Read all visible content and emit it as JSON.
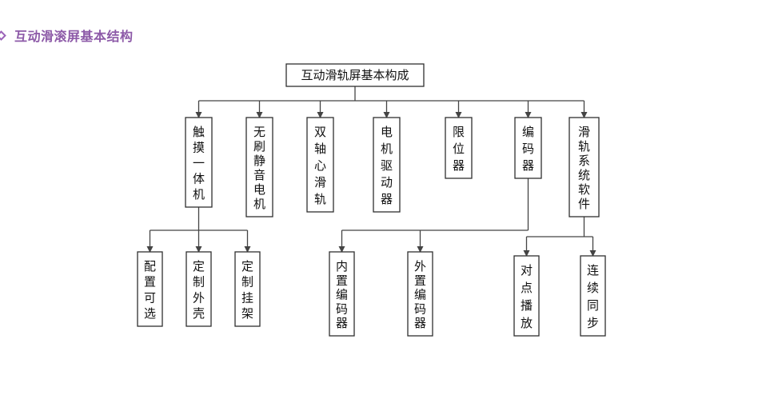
{
  "header": {
    "marker_icon": "diamond-icon",
    "title": "互动滑滚屏基本结构",
    "accent_color": "#8d5aa8"
  },
  "diagram": {
    "root": "互动滑轨屏基本构成",
    "level1": [
      {
        "id": "touch",
        "label": "触摸一体机"
      },
      {
        "id": "motor",
        "label": "无刷静音电机"
      },
      {
        "id": "rail",
        "label": "双轴心滑轨"
      },
      {
        "id": "driver",
        "label": "电机驱动器"
      },
      {
        "id": "limiter",
        "label": "限位器"
      },
      {
        "id": "encoder",
        "label": "编码器"
      },
      {
        "id": "software",
        "label": "滑轨系统软件"
      }
    ],
    "level2": [
      {
        "id": "config",
        "label": "配置可选",
        "parent": "touch"
      },
      {
        "id": "custom-shell",
        "label": "定制外壳",
        "parent": "touch"
      },
      {
        "id": "custom-mount",
        "label": "定制挂架",
        "parent": "touch"
      },
      {
        "id": "internal-encoder",
        "label": "内置编码器",
        "parent": "encoder"
      },
      {
        "id": "external-encoder",
        "label": "外置编码器",
        "parent": "encoder"
      },
      {
        "id": "point-play",
        "label": "对点播放",
        "parent": "software"
      },
      {
        "id": "continuous-sync",
        "label": "连续同步",
        "parent": "software"
      }
    ]
  }
}
